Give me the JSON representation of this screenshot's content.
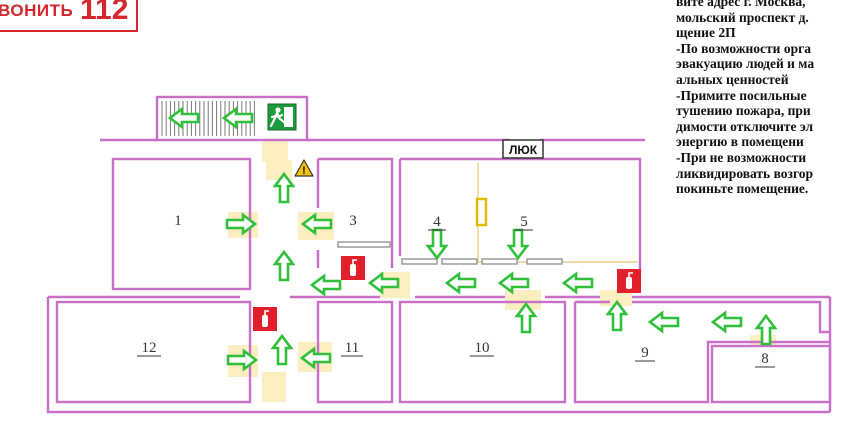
{
  "emergency_call": {
    "label": "ВОНИТЬ",
    "number": "112"
  },
  "instructions": [
    "вите адрес г. Москва, ",
    "мольский проспект д.",
    "щение 2П",
    "-По возможности орга",
    "эвакуацию людей и ма",
    "альных ценностей",
    "-Примите посильные ",
    "тушению пожара, при",
    "димости отключите эл",
    "энергию в помещени",
    "-При не возможности",
    "ликвидировать возгор",
    "покиньте помещение."
  ],
  "hatch_label": "ЛЮК",
  "rooms": [
    {
      "id": "1",
      "label": "1",
      "underlined": false
    },
    {
      "id": "3",
      "label": "3",
      "underlined": false
    },
    {
      "id": "4",
      "label": "4",
      "underlined": true
    },
    {
      "id": "5",
      "label": "5",
      "underlined": true
    },
    {
      "id": "8",
      "label": "8",
      "underlined": true
    },
    {
      "id": "9",
      "label": "9",
      "underlined": true
    },
    {
      "id": "10",
      "label": "10",
      "underlined": true
    },
    {
      "id": "11",
      "label": "11",
      "underlined": true
    },
    {
      "id": "12",
      "label": "12",
      "underlined": true
    }
  ],
  "colors": {
    "wall": "#c86fc8",
    "arrow": "#2fbf3a",
    "extinguisher": "#e0202a",
    "exit_sign": "#1e9b3c",
    "warning": "#f5c400",
    "door_highlight": "#fbeec0",
    "accent_red": "#d3262d"
  },
  "icons": {
    "exit": "exit-sign-icon",
    "fire": "fire-extinguisher-icon",
    "warning": "warning-triangle-icon",
    "arrow": "evacuation-arrow-icon"
  }
}
